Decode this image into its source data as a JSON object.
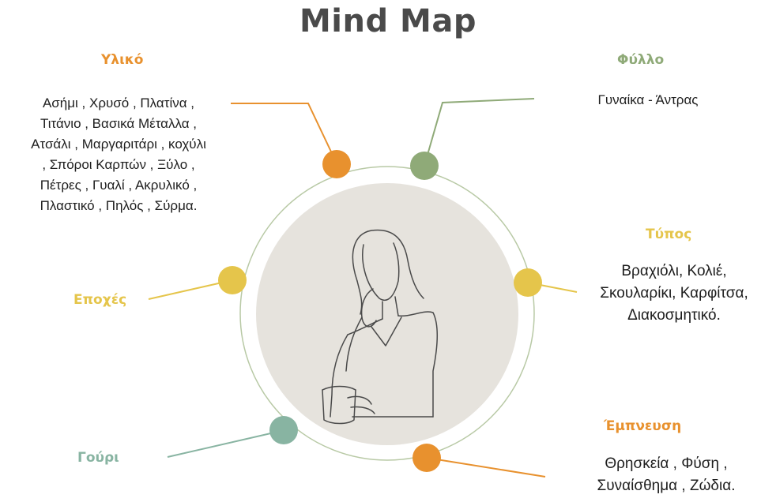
{
  "title": "Mind Map",
  "colors": {
    "orange": "#E8912E",
    "green": "#8FAA78",
    "yellow": "#E5C54B",
    "teal": "#88B4A2",
    "ring": "#b8c9a5",
    "center_fill": "#E6E3DD",
    "sketch": "#4a4a4a"
  },
  "center": {
    "illustration": "woman-thinking-with-cup-icon"
  },
  "branches": {
    "material": {
      "heading": "Υλικό",
      "lines": [
        "Ασήμι , Χρυσό , Πλατίνα ,",
        "Τιτάνιο , Βασικά Μέταλλα ,",
        "Ατσάλι , Μαργαριτάρι , κοχύλι",
        ", Σπόροι Καρπών , Ξύλο ,",
        "Πέτρες , Γυαλί , Ακρυλικό ,",
        "Πλαστικό , Πηλός , Σύρμα."
      ]
    },
    "gender": {
      "heading": "Φύλλο",
      "lines": [
        "Γυναίκα - Άντρας"
      ]
    },
    "type": {
      "heading": "Τύπος",
      "lines": [
        "Βραχιόλι, Κολιέ,",
        "Σκουλαρίκι, Καρφίτσα,",
        "Διακοσμητικό."
      ]
    },
    "seasons": {
      "heading": "Εποχές"
    },
    "luck": {
      "heading": "Γούρι"
    },
    "inspiration": {
      "heading": "Έμπνευση",
      "lines": [
        "Θρησκεία , Φύση ,",
        "Συναίσθημα , Ζώδια."
      ]
    }
  }
}
